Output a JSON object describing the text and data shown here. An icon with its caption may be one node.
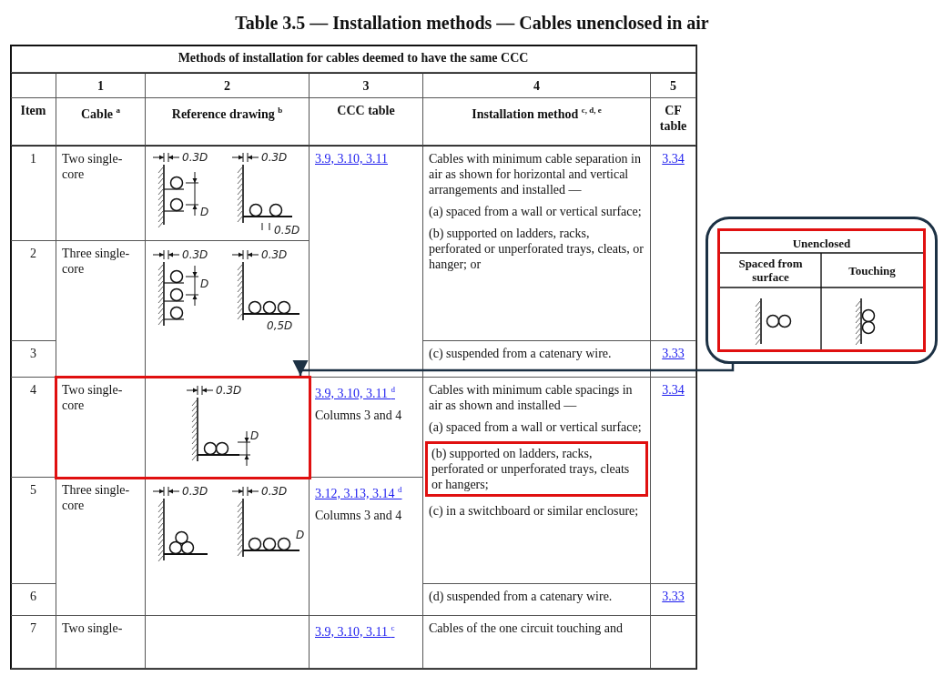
{
  "diagram": {
    "title": "Table 3.5 — Installation methods — Cables unenclosed in air",
    "nodes": [
      {
        "text": [
          "Unenclosed",
          "Spaced from surface",
          "Touching"
        ]
      },
      {
        "text": [],
        "shape": "box"
      },
      {
        "text": [
          "(b) supported on ladders, racks, perforated or unperforated trays, cleats or hangers;"
        ]
      }
    ],
    "edges": [
      {
        "from": 0,
        "to": 1,
        "arrow": "to"
      }
    ],
    "labels": [
      "Methods of installation for cables deemed to have the same CCC",
      "1",
      "2",
      "3",
      "4",
      "5",
      "Item",
      "Cable $^{a}$",
      "Reference drawing $^{b}$",
      "CCC table",
      "Installation method $^{c, d, e}$",
      "CF table",
      "1",
      "Two single-core",
      "0.3D",
      "D",
      "0.3D",
      "0.5D",
      "3.9, 3.10, 3.11",
      "Cables with minimum cable separation in air as shown for horizontal and vertical arrangements and installed —",
      "(a) spaced from a wall or vertical surface;",
      "(b) supported on ladders, racks, perforated or unperforated trays, cleats, or hanger; or",
      "3.34",
      "2",
      "Three single-core",
      "0.3D",
      "D",
      "0.3D",
      "0,5D",
      "3",
      "(c) suspended from a catenary wire.",
      "3.33",
      "4",
      "Two single-core",
      "0.3D",
      "D",
      "3.9, 3.10, 3.11 $^{d}$",
      "Columns 3 and 4",
      "Cables with minimum cable spacings in air as shown and installed —",
      "(a) spaced from a wall or vertical surface;",
      "(c) in a switchboard or similar enclosure;",
      "3.34",
      "5",
      "Three single-core",
      "0.3D",
      "0.3D",
      "D",
      "3.12, 3.13, 3.14 $^{d}$",
      "Columns 3 and 4",
      "6",
      "(d) suspended from a catenary wire.",
      "3.33",
      "7",
      "Two single-",
      "3.9, 3.10, 3.11 $^{c}$",
      "Cables of the one circuit touching and"
    ]
  }
}
